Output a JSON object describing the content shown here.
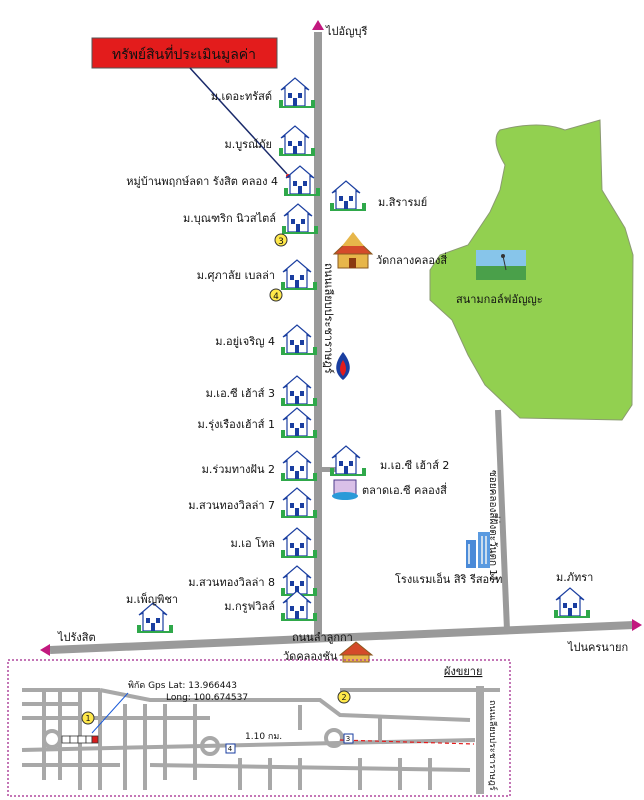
{
  "callout": {
    "text": "ทรัพย์สินที่ประเมินมูลค่า"
  },
  "roads": {
    "north_arrow_label": "ไปอัญบุรี",
    "main_road_label": "ถนนเลียบประชาราษฎร์",
    "south_road_label": "ถนนลำลูกกา",
    "west_arrow_label": "ไปรังสิต",
    "east_arrow_label": "ไปนครนายก",
    "side_road_label": "ซอยคลองสี่ฝั่งตะวันตก 11"
  },
  "villages_left": [
    {
      "label": "ม.เดอะทรัสต์"
    },
    {
      "label": "ม.บูรณ์ภัย"
    },
    {
      "label": "หมู่บ้านพฤกษ์ลดา รังสิต คลอง 4"
    },
    {
      "label": "ม.บุณฑริก นิวสไตล์"
    },
    {
      "label": "ม.ศุภาลัย เบลล่า"
    },
    {
      "label": "ม.อยู่เจริญ 4"
    },
    {
      "label": "ม.เอ.ซี เฮ้าส์ 3"
    },
    {
      "label": "ม.รุ่งเรืองเฮ้าส์ 1"
    },
    {
      "label": "ม.ร่วมทางฝัน 2"
    },
    {
      "label": "ม.สวนทองวิลล่า 7"
    },
    {
      "label": "ม.เอ โทล"
    },
    {
      "label": "ม.สวนทองวิลล่า 8"
    },
    {
      "label": "ม.กรูฟวิลล์"
    },
    {
      "label": "ม.เพ็ญพิชา"
    }
  ],
  "villages_right": [
    {
      "label": "ม.สิรารมย์"
    },
    {
      "label": "ม.เอ.ซี เฮ้าส์ 2"
    },
    {
      "label": "ม.ภัทรา"
    }
  ],
  "landmarks": {
    "temple_north": "วัดกลางคลองสี่",
    "golf": "สนามกอล์ฟอัญญะ",
    "market": "ตลาดเอ.ซี คลองสี่",
    "hotel": "โรงแรมเอ็น สิริ รีสอร์ท",
    "temple_south": "วัดคลองชัน"
  },
  "markers": [
    "3",
    "4"
  ],
  "inset": {
    "title": "ผังขยาย",
    "gps_lat": "พิกัด Gps Lat: 13.966443",
    "gps_long": "Long: 100.674537",
    "distance": "1.10 กม.",
    "road_label": "ถนนเลียบประชาราษฎร์",
    "markers": [
      "1",
      "2",
      "3",
      "4"
    ]
  },
  "colors": {
    "road": "#9a9a9a",
    "golf_green": "#92d050",
    "callout_red": "#e31c1c",
    "arrow_magenta": "#c2187e",
    "inset_border": "#b0489e"
  }
}
